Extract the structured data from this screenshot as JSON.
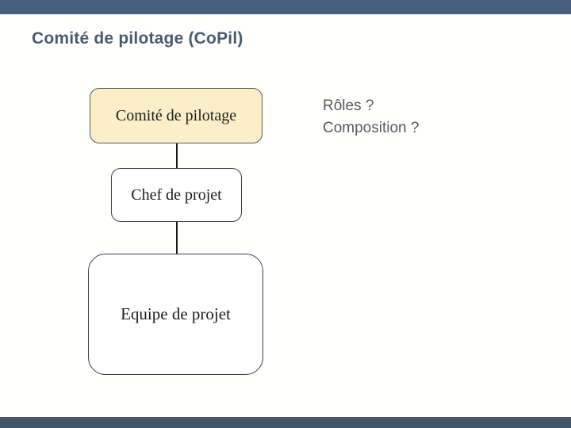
{
  "slide": {
    "title": "Comité de pilotage (CoPil)",
    "title_color": "#4a5b70",
    "top_bar_color": "#48607f",
    "footer_bar_color": "#475569",
    "background_color": "#fffffe"
  },
  "diagram": {
    "type": "org-hierarchy",
    "nodes": [
      {
        "id": "comite-de-pilotage",
        "label": "Comité de pilotage",
        "fill": "#fbeec9",
        "border": "#5b5b47"
      },
      {
        "id": "chef-de-projet",
        "label": "Chef de projet",
        "fill": "#ffffff",
        "border": "#404040"
      },
      {
        "id": "equipe-de-projet",
        "label": "Equipe de projet",
        "fill": "#ffffff",
        "border": "#404040"
      }
    ],
    "edges": [
      {
        "from": "comite-de-pilotage",
        "to": "chef-de-projet"
      },
      {
        "from": "chef-de-projet",
        "to": "equipe-de-projet"
      }
    ],
    "connector_color": "#1a1a1a"
  },
  "annotation": {
    "line1": "Rôles ?",
    "line2": "Composition ?",
    "color": "#595959"
  }
}
